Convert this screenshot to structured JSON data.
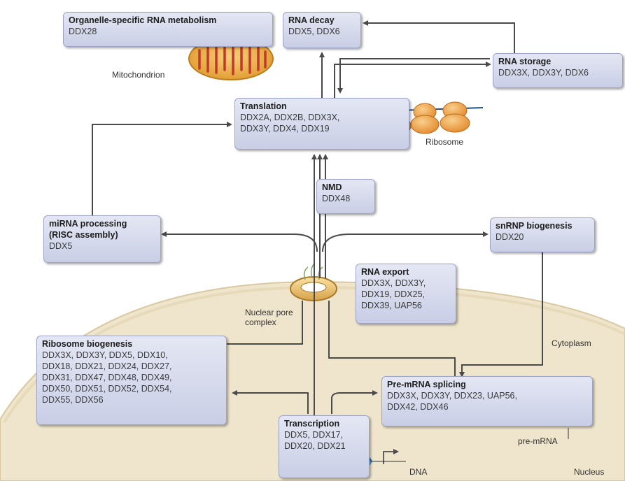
{
  "boxes": {
    "organelle": {
      "title": "Organelle-specific RNA metabolism",
      "genes": "DDX28"
    },
    "decay": {
      "title": "RNA decay",
      "genes": "DDX5, DDX6"
    },
    "storage": {
      "title": "RNA storage",
      "genes": "DDX3X, DDX3Y, DDX6"
    },
    "translation": {
      "title": "Translation",
      "genes": "DDX2A, DDX2B, DDX3X,\nDDX3Y, DDX4, DDX19"
    },
    "nmd": {
      "title": "NMD",
      "genes": "DDX48"
    },
    "mirna": {
      "title": "miRNA processing\n(RISC assembly)",
      "genes": "DDX5"
    },
    "snrnp": {
      "title": "snRNP biogenesis",
      "genes": "DDX20"
    },
    "export": {
      "title": "RNA export",
      "genes": "DDX3X, DDX3Y,\nDDX19, DDX25,\nDDX39, UAP56"
    },
    "ribosome": {
      "title": "Ribosome biogenesis",
      "genes": "DDX3X, DDX3Y, DDX5, DDX10,\nDDX18, DDX21, DDX24, DDX27,\nDDX31, DDX47, DDX48, DDX49,\nDDX50, DDX51, DDX52, DDX54,\nDDX55, DDX56"
    },
    "splicing": {
      "title": "Pre-mRNA splicing",
      "genes": "DDX3X, DDX3Y, DDX23, UAP56,\nDDX42, DDX46"
    },
    "transcription": {
      "title": "Transcription",
      "genes": "DDX5, DDX17,\nDDX20, DDX21"
    }
  },
  "labels": {
    "mitochondrion": "Mitochondrion",
    "ribosome": "Ribosome",
    "nuclear_pore": "Nuclear pore\ncomplex",
    "cytoplasm": "Cytoplasm",
    "pre_mrna": "pre-mRNA",
    "dna": "DNA",
    "nucleus": "Nucleus"
  },
  "colors": {
    "box_fill": "#d2d6ea",
    "box_border": "#9da4c6",
    "arrow": "#4a4a4a",
    "nucleus_fill": "#efe5cc",
    "mito_orange": "#e8a23a",
    "ribosome_orange": "#eea34a",
    "dna_blue": "#1f6fb5"
  }
}
